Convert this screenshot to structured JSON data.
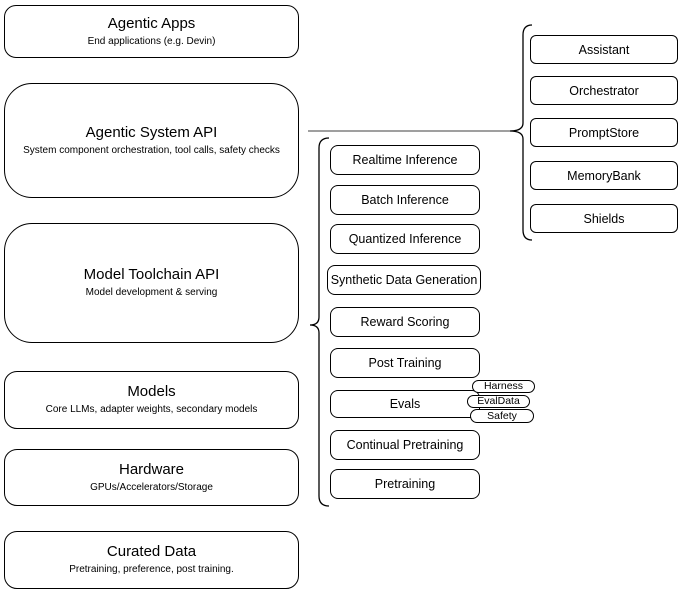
{
  "diagram": {
    "background_color": "#ffffff",
    "box_stroke_color": "#000000",
    "connector_color": "#666666",
    "text_color": "#000000"
  },
  "stack": [
    {
      "title": "Agentic Apps",
      "subtitle": "End applications (e.g. Devin)"
    },
    {
      "title": "Agentic System API",
      "subtitle": "System component orchestration, tool calls, safety checks"
    },
    {
      "title": "Model Toolchain API",
      "subtitle": "Model development & serving"
    },
    {
      "title": "Models",
      "subtitle": "Core LLMs, adapter weights, secondary models"
    },
    {
      "title": "Hardware",
      "subtitle": "GPUs/Accelerators/Storage"
    },
    {
      "title": "Curated Data",
      "subtitle": "Pretraining, preference, post training."
    }
  ],
  "toolchain": {
    "items": [
      "Realtime Inference",
      "Batch Inference",
      "Quantized Inference",
      "Synthetic Data Generation",
      "Reward Scoring",
      "Post Training",
      "Evals",
      "Continual Pretraining",
      "Pretraining"
    ],
    "evals_tags": [
      "Harness",
      "EvalData",
      "Safety"
    ]
  },
  "system_components": {
    "items": [
      "Assistant",
      "Orchestrator",
      "PromptStore",
      "MemoryBank",
      "Shields"
    ]
  }
}
